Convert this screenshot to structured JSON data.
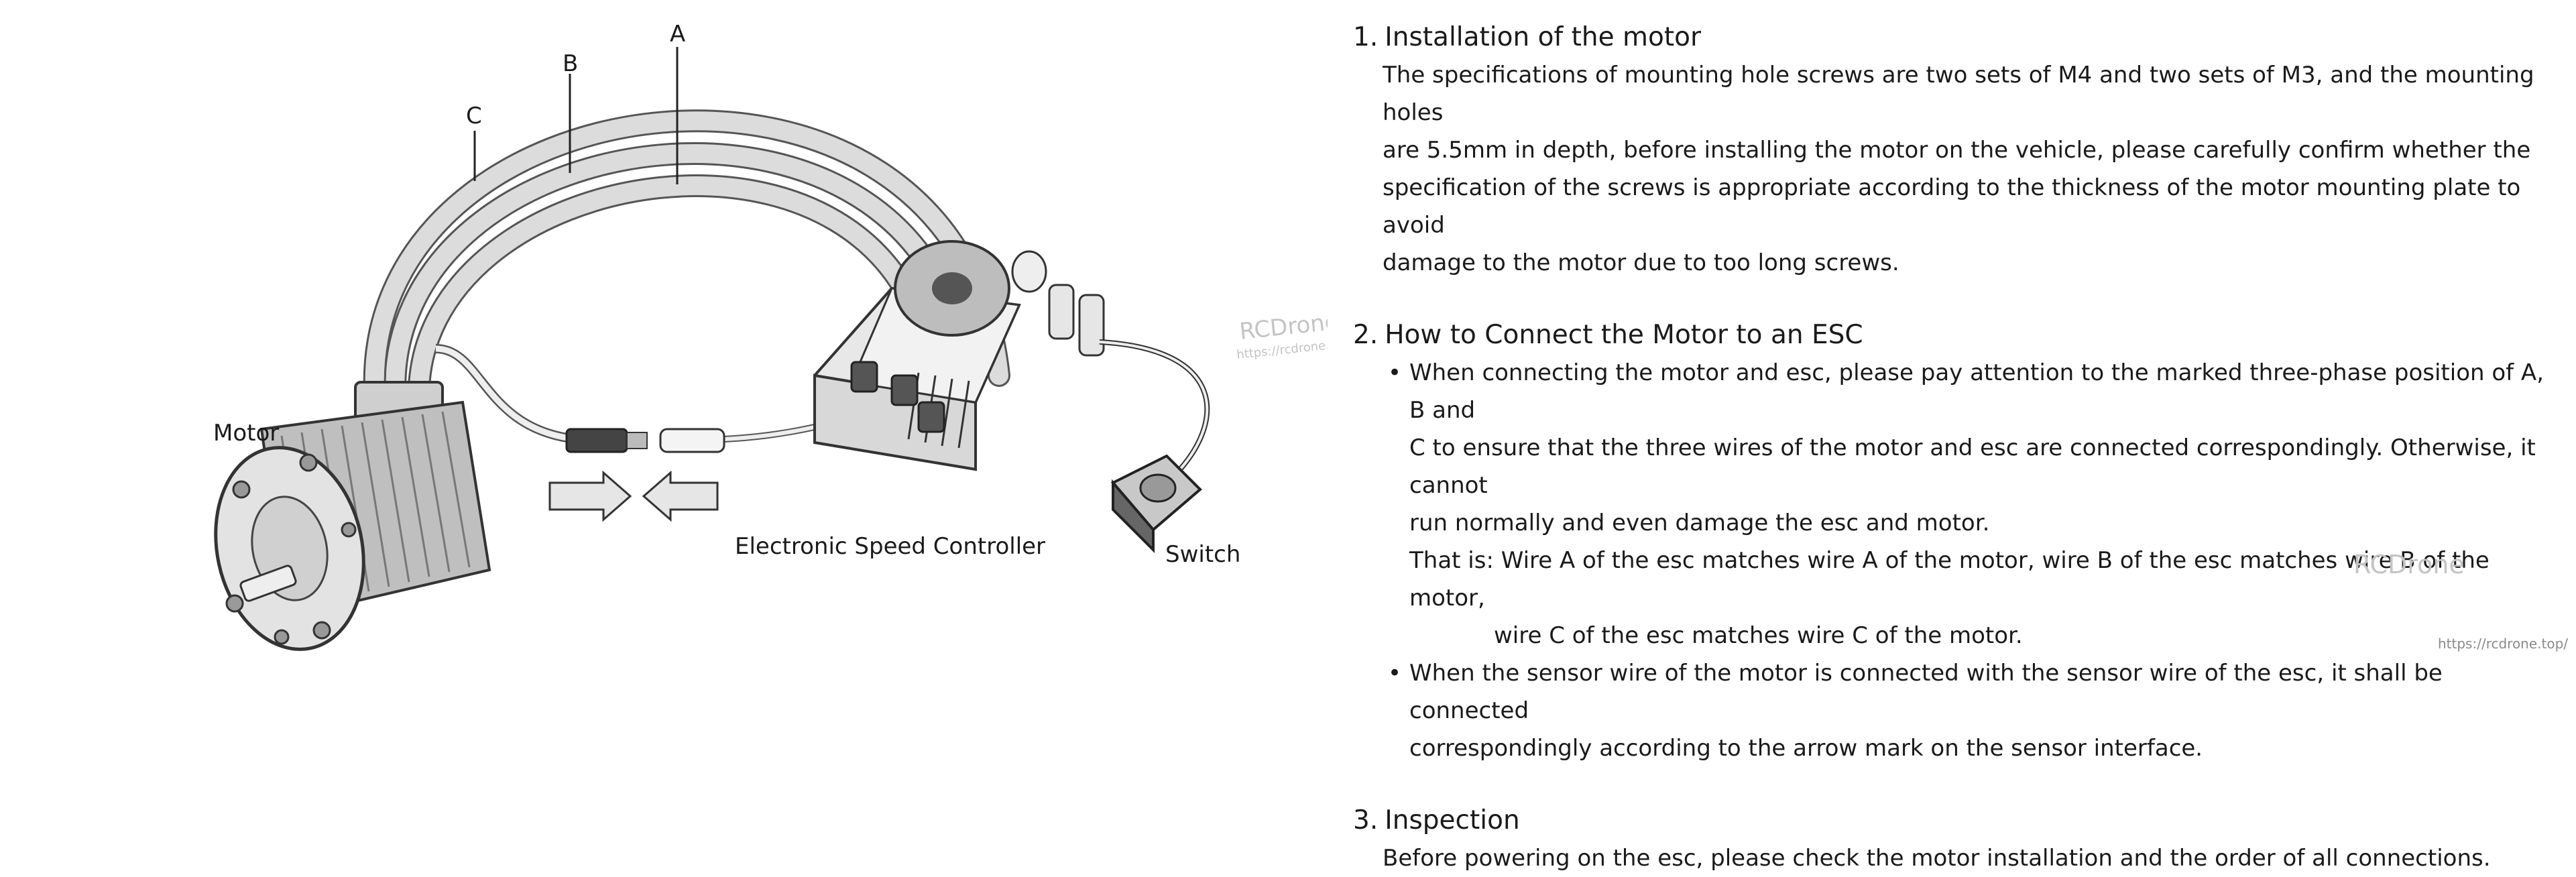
{
  "diagram": {
    "wire_labels": [
      "A",
      "B",
      "C"
    ],
    "motor_label": "Motor",
    "esc_label": "Electronic Speed Controller",
    "switch_label": "Switch",
    "watermark_brand": "RCDrone",
    "watermark_url": "https://rcdrone.top/"
  },
  "sections": [
    {
      "number": "1.",
      "title": "Installation of the motor",
      "lines": [
        "The specifications of mounting hole screws are two sets of M4 and two sets of M3, and the mounting holes",
        "are 5.5mm in depth, before installing the motor on the vehicle, please carefully confirm whether the",
        "specification of the screws is appropriate according to the thickness of the motor mounting plate to avoid",
        "damage to the motor due to too long screws."
      ]
    },
    {
      "number": "2.",
      "title": "How to Connect the Motor to an ESC",
      "bullet1": [
        "When connecting the motor and esc, please pay attention to the marked three-phase position of A, B and",
        "C to ensure that the three wires of the motor and esc are connected correspondingly. Otherwise, it cannot",
        "run normally and even damage the esc and motor."
      ],
      "that_is": [
        "That is: Wire A of the esc matches wire A of the motor, wire B of the esc matches wire B of the motor,",
        "wire C of the esc matches wire C of the motor."
      ],
      "bullet2": [
        "When the sensor wire of the motor is connected with the sensor wire of the esc, it shall be connected",
        "correspondingly according to the arrow mark on the sensor interface."
      ]
    },
    {
      "number": "3.",
      "title": "Inspection",
      "lines": [
        "Before powering on the esc, please check the motor installation and the order of all  connections."
      ]
    }
  ],
  "bullet_symbol": "•",
  "watermark_right": "RCDrone",
  "watermark_right_url": "https://rcdrone.top/"
}
